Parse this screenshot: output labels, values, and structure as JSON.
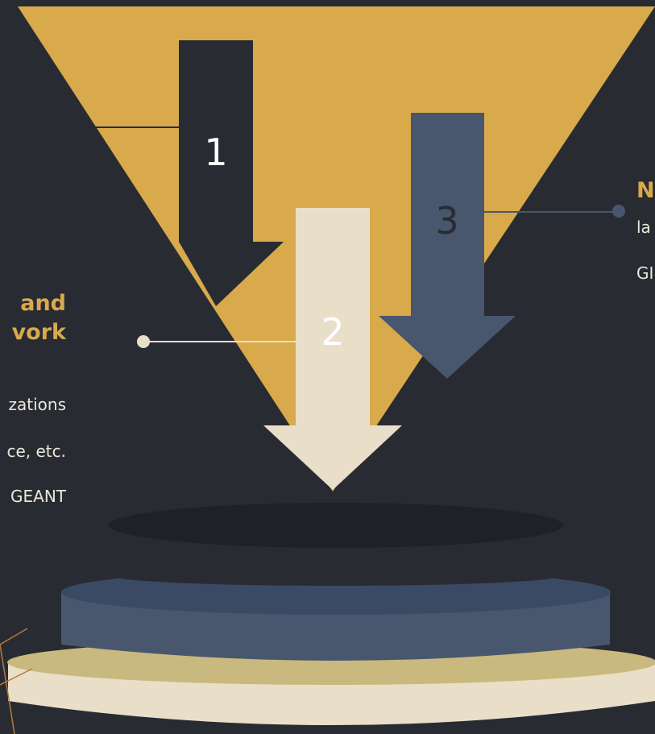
{
  "colors": {
    "background": "#292b33",
    "gold": "#d8aa4c",
    "navy": "#48566e",
    "navy_dark": "#3a4a64",
    "cream": "#e9dfc8",
    "tan": "#c9b97f",
    "dark": "#292b33",
    "text_light": "#ece7da"
  },
  "arrows": [
    {
      "number": "1",
      "color": "dark"
    },
    {
      "number": "2",
      "color": "cream"
    },
    {
      "number": "3",
      "color": "navy"
    }
  ],
  "left_block": {
    "title_line1": "and",
    "title_line2": "vork",
    "lines": [
      "zations",
      "ce, etc.",
      "GEANT"
    ]
  },
  "right_block": {
    "title": "N",
    "lines": [
      "la",
      "GI"
    ]
  }
}
